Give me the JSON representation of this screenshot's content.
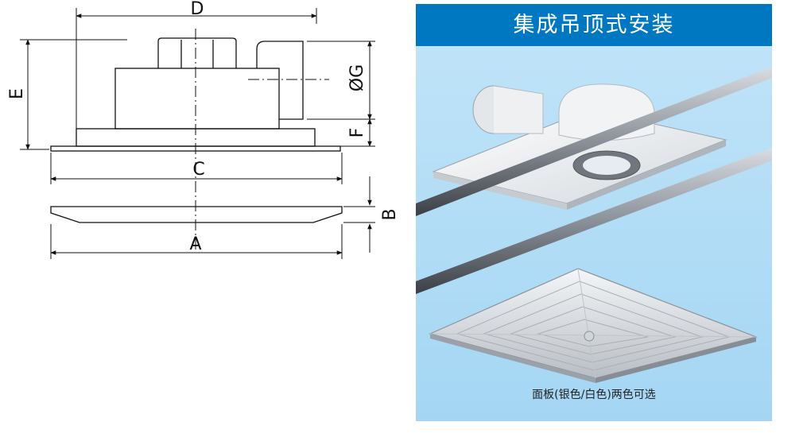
{
  "diagram": {
    "labels": {
      "a": "A",
      "b": "B",
      "c": "C",
      "d": "D",
      "e": "E",
      "f": "F",
      "g": "ØG"
    }
  },
  "panel": {
    "title": "集成吊顶式安装",
    "caption": "面板(银色/白色)两色可选",
    "colors": {
      "header": "#0077c1",
      "background": "#a4d6f4"
    }
  }
}
